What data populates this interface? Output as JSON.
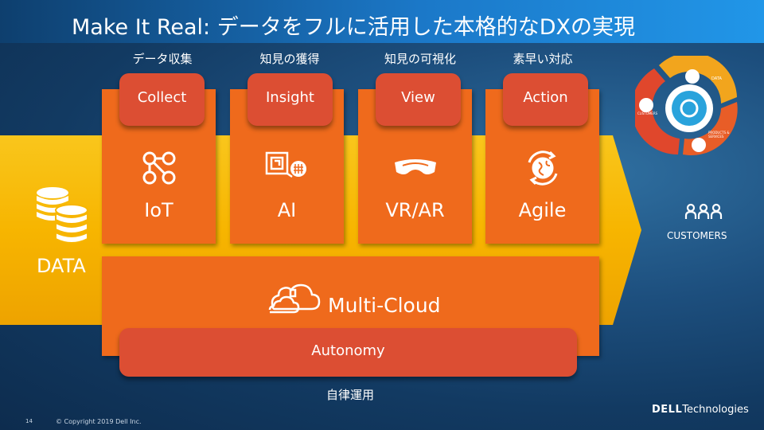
{
  "slide": {
    "title": "Make It Real: データをフルに活用した本格的なDXの実現",
    "page_number": "14",
    "copyright": "© Copyright 2019 Dell Inc.",
    "logo_text_bold": "DELL",
    "logo_text": "Technologies"
  },
  "pillars": [
    {
      "subtitle": "データ収集",
      "tab": "Collect",
      "label": "IoT",
      "icon": "iot-network-icon"
    },
    {
      "subtitle": "知見の獲得",
      "tab": "Insight",
      "label": "AI",
      "icon": "ai-chip-icon"
    },
    {
      "subtitle": "知見の可視化",
      "tab": "View",
      "label": "VR/AR",
      "icon": "vr-headset-icon"
    },
    {
      "subtitle": "素早い対応",
      "tab": "Action",
      "label": "Agile",
      "icon": "agile-globe-icon"
    }
  ],
  "foundation": {
    "cloud_label": "Multi-Cloud",
    "autonomy_label": "Autonomy",
    "autonomy_subtitle": "自律運用"
  },
  "data_label": "DATA",
  "customers_label": "CUSTOMERS",
  "cycle_diagram": {
    "data": "DATA",
    "customers": "CUSTOMERS",
    "products_line1": "PRODUCTS &",
    "products_line2": "SERVICES"
  },
  "colors": {
    "orange": "#ef6a1c",
    "tab_red": "#dc4e33",
    "arrow_yellow": "#f7b800",
    "title_blue": "#1b78c8"
  }
}
